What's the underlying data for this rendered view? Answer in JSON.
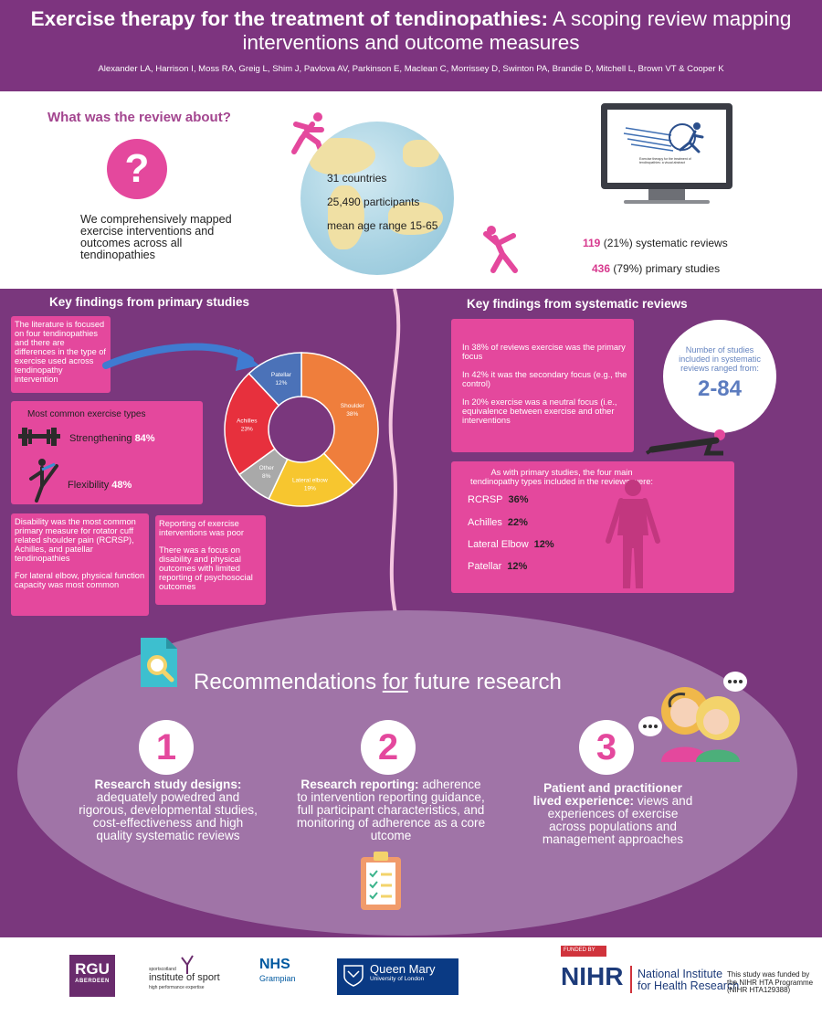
{
  "header": {
    "title_bold": "Exercise therapy for the treatment of tendinopathies:",
    "title_rest": " A scoping review mapping interventions and outcome measures",
    "authors": "Alexander LA, Harrison I, Moss RA, Greig L, Shim J, Pavlova AV, Parkinson E, Maclean C, Morrissey D, Swinton PA, Brandie D, Mitchell L, Brown VT & Cooper K"
  },
  "about": {
    "heading": "What was the review about?",
    "question_mark": "?",
    "text": "We comprehensively mapped exercise interventions and outcomes across all tendinopathies"
  },
  "globe": {
    "countries": "31 countries",
    "participants": "25,490 participants",
    "age": "mean age range 15-65"
  },
  "monitor": {
    "caption": "Exercise therapy for the treatment of tendinopathies: a visual abstract"
  },
  "study_counts": {
    "sys_num": "119",
    "sys_text": " (21%) systematic reviews",
    "prim_num": "436",
    "prim_text": " (79%) primary studies"
  },
  "primary": {
    "heading": "Key findings from primary studies",
    "literature_text": "The literature is focused on four tendinopathies and there are differences in the type of exercise used across tendinopathy intervention",
    "types_heading": "Most common exercise types",
    "strength_label": "Strengthening",
    "strength_pct": "84%",
    "flex_label": "Flexibility",
    "flex_pct": "48%",
    "disability_text1": "Disability was the most common primary measure for rotator cuff related shoulder pain (RCRSP), Achilles, and patellar tendinopathies",
    "disability_text2": "For lateral elbow, physical function capacity was most common",
    "reporting_text1": "Reporting of exercise interventions was poor",
    "reporting_text2": "There was a focus on disability and physical outcomes with limited reporting of psychosocial outcomes"
  },
  "chart_data": {
    "type": "pie",
    "donut": true,
    "labels": [
      "Shoulder",
      "Lateral elbow",
      "Other",
      "Achilles",
      "Patellar"
    ],
    "values": [
      38,
      19,
      8,
      23,
      12
    ],
    "display": [
      "38%",
      "19%",
      "8%",
      "23%",
      "12%"
    ],
    "colors": [
      "#ef7e3c",
      "#f7c62f",
      "#a9a9a9",
      "#e7303d",
      "#4b72b8"
    ]
  },
  "systematic": {
    "heading": "Key findings from systematic reviews",
    "focus1": "In 38% of reviews exercise was the primary focus",
    "focus2": "In 42% it was the secondary focus (e.g., the control)",
    "focus3": "In 20% exercise was a neutral focus (i.e., equivalence between exercise and other interventions",
    "range_text": "Number of studies included in systematic reviews ranged from:",
    "range_value": "2-84",
    "types_heading": "As with primary studies, the four main tendinopathy types included in the reviews were:",
    "types": [
      {
        "label": "RCRSP",
        "value": "36%"
      },
      {
        "label": "Achilles",
        "value": "22%"
      },
      {
        "label": "Lateral Elbow",
        "value": "12%"
      },
      {
        "label": "Patellar",
        "value": "12%"
      }
    ]
  },
  "recommendations": {
    "title_pre": "Recommendations ",
    "title_for": "for",
    "title_post": " future research",
    "items": [
      {
        "num": "1",
        "bold": "Research study designs:",
        "text": " adequately powedred and rigorous, developmental studies, cost-effectiveness and high quality systematic reviews"
      },
      {
        "num": "2",
        "bold": "Research reporting:",
        "text": " adherence to intervention reporting guidance, full participant characteristics, and monitoring of adherence as a core utcome"
      },
      {
        "num": "3",
        "bold": "Patient and practitioner lived experience:",
        "text": " views and experiences of exercise across populations and management approaches"
      }
    ]
  },
  "footer": {
    "rgu": "RGU",
    "rgu_sub": "ABERDEEN",
    "ios_top": "sportscotland",
    "ios_main": "institute of sport",
    "ios_sub": "high performance expertise",
    "nhs": "NHS",
    "nhs_sub": "Grampian",
    "qm": "Queen Mary",
    "qm_sub": "University of London",
    "funded": "FUNDED BY",
    "nihr": "NIHR",
    "nihr_name_1": "National Institute",
    "nihr_name_2": "for Health Research",
    "nihr_note": "This study was funded by the NIHR HTA Programme (NIHR HTA129388)"
  }
}
